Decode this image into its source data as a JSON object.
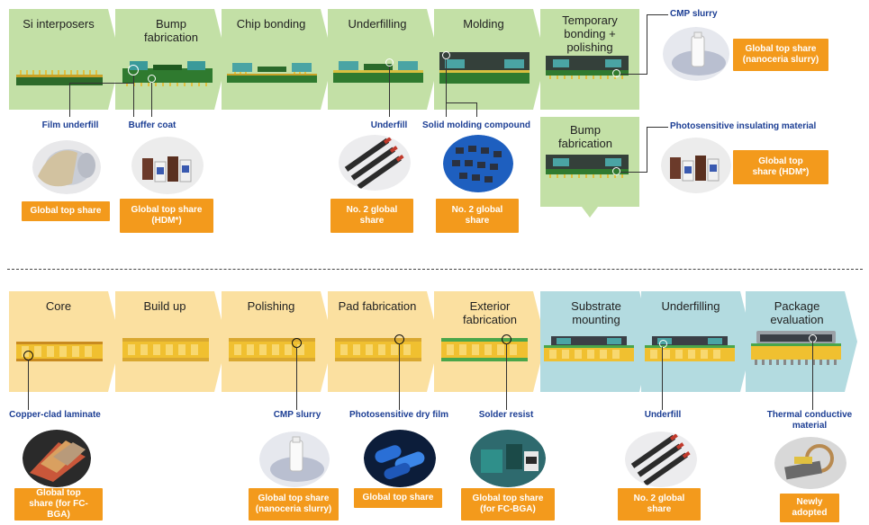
{
  "top_process": {
    "steps": [
      {
        "title": "Si interposers"
      },
      {
        "title": "Bump fabrication"
      },
      {
        "title": "Chip bonding"
      },
      {
        "title": "Underfilling"
      },
      {
        "title": "Molding"
      },
      {
        "title": "Temporary bonding + polishing"
      },
      {
        "title": "Bump fabrication"
      }
    ],
    "materials": [
      {
        "name": "Film underfill",
        "share": "Global top share",
        "photo": "film-underfill-photo"
      },
      {
        "name": "Buffer coat",
        "share": "Global top share (HDM*)",
        "photo": "buffer-coat-bottles-photo"
      },
      {
        "name": "Underfill",
        "share": "No. 2 global share",
        "photo": "underfill-syringes-photo"
      },
      {
        "name": "Solid molding compound",
        "share": "No. 2 global share",
        "photo": "molding-compound-photo"
      },
      {
        "name": "CMP slurry",
        "share": "Global top share (nanoceria slurry)",
        "photo": "cmp-slurry-photo"
      },
      {
        "name": "Photosensitive insulating material",
        "share": "Global top share (HDM*)",
        "photo": "insulating-material-photo"
      }
    ]
  },
  "bottom_process": {
    "steps": [
      {
        "title": "Core"
      },
      {
        "title": "Build up"
      },
      {
        "title": "Polishing"
      },
      {
        "title": "Pad fabrication"
      },
      {
        "title": "Exterior fabrication"
      },
      {
        "title": "Substrate mounting"
      },
      {
        "title": "Underfilling"
      },
      {
        "title": "Package evaluation"
      }
    ],
    "materials": [
      {
        "name": "Copper-clad laminate",
        "share": "Global top share (for FC-BGA)",
        "photo": "laminate-photo"
      },
      {
        "name": "CMP slurry",
        "share": "Global top share (nanoceria slurry)",
        "photo": "cmp-slurry-photo"
      },
      {
        "name": "Photosensitive dry film",
        "share": "Global top share",
        "photo": "dry-film-rolls-photo"
      },
      {
        "name": "Solder resist",
        "share": "Global top share (for FC-BGA)",
        "photo": "solder-resist-photo"
      },
      {
        "name": "Underfill",
        "share": "No. 2 global share",
        "photo": "underfill-syringes-photo"
      },
      {
        "name": "Thermal conductive material",
        "share": "Newly adopted",
        "photo": "thermal-material-photo"
      }
    ]
  },
  "colors": {
    "green_step": "#c3e0a6",
    "yellow_step": "#fbe0a0",
    "teal_step": "#b3dbe0",
    "share_badge": "#f39a1c",
    "material_label": "#1c3e94"
  }
}
